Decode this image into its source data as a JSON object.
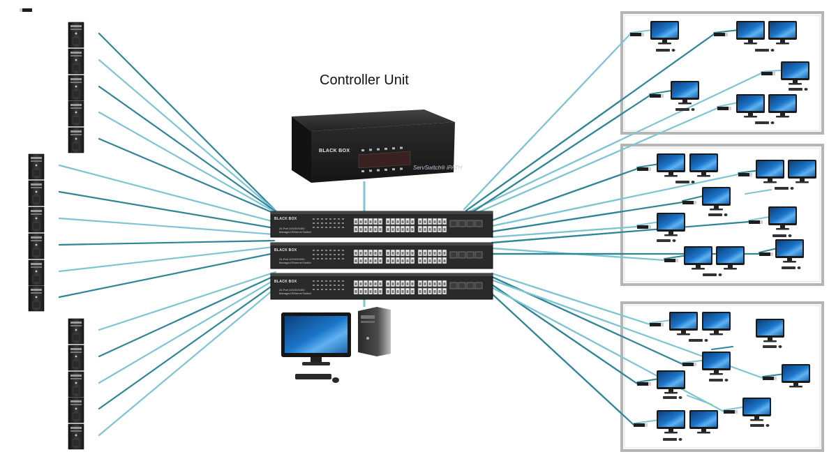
{
  "diagram": {
    "title": "Controller Unit",
    "controller": {
      "brand": "BLACK BOX",
      "product": "ServSwitch® iPATH"
    },
    "switches": [
      {
        "brand": "BLACK BOX",
        "desc_line1": "24-Port 10/100/1000",
        "desc_line2": "Managed Ethernet Switch"
      },
      {
        "brand": "BLACK BOX",
        "desc_line1": "24-Port 10/100/1000",
        "desc_line2": "Managed Ethernet Switch"
      },
      {
        "brand": "BLACK BOX",
        "desc_line1": "24-Port 10/100/1000",
        "desc_line2": "Managed Ethernet Switch"
      }
    ],
    "colors": {
      "link_dark": "#2e8595",
      "link_light": "#7ec4d2",
      "switch_body": "#2a2a2a",
      "monitor_screen": "#1b75c9",
      "group_border": "#b5b5b5"
    },
    "icons": {
      "server": "tower-server-icon",
      "workstation": "monitor-icon",
      "extender": "extender-module-icon",
      "console": "desktop-computer-icon"
    }
  }
}
